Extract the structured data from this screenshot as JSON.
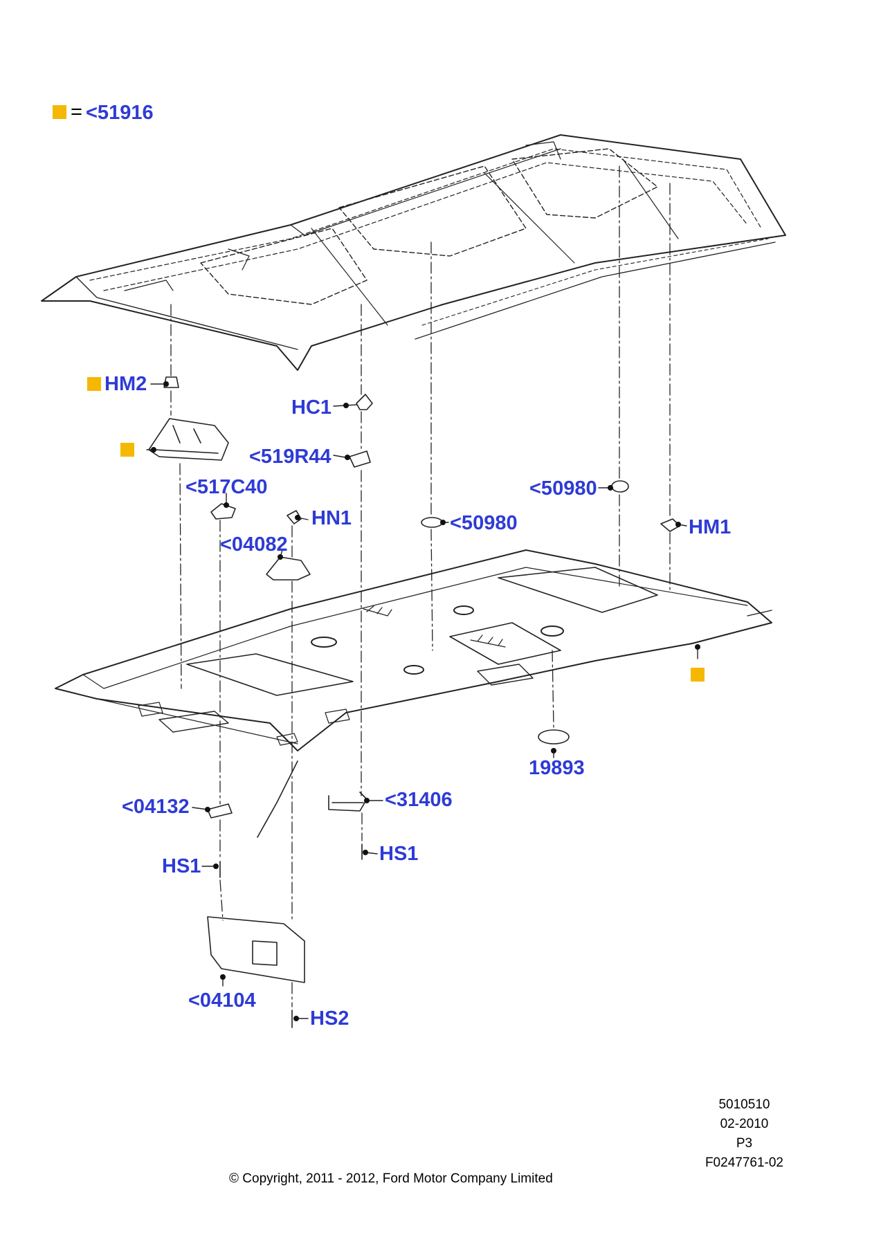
{
  "colors": {
    "callout": "#2e3bd6",
    "marker": "#f5b800",
    "ink": "#222222"
  },
  "legend": {
    "equals": "=",
    "code": "<51916"
  },
  "callouts": {
    "hm2": "HM2",
    "hc1": "HC1",
    "r519r44": "<519R44",
    "r517c40": "<517C40",
    "hn1": "HN1",
    "r04082": "<04082",
    "r50980a": "<50980",
    "r50980b": "<50980",
    "hm1": "HM1",
    "n19893": "19893",
    "r04132": "<04132",
    "r31406": "<31406",
    "hs1a": "HS1",
    "hs1b": "HS1",
    "r04104": "<04104",
    "hs2": "HS2"
  },
  "footer": {
    "code": "5010510",
    "date": "02-2010",
    "page": "P3",
    "figure": "F0247761-02",
    "copyright": "© Copyright, 2011 - 2012, Ford Motor Company Limited"
  }
}
